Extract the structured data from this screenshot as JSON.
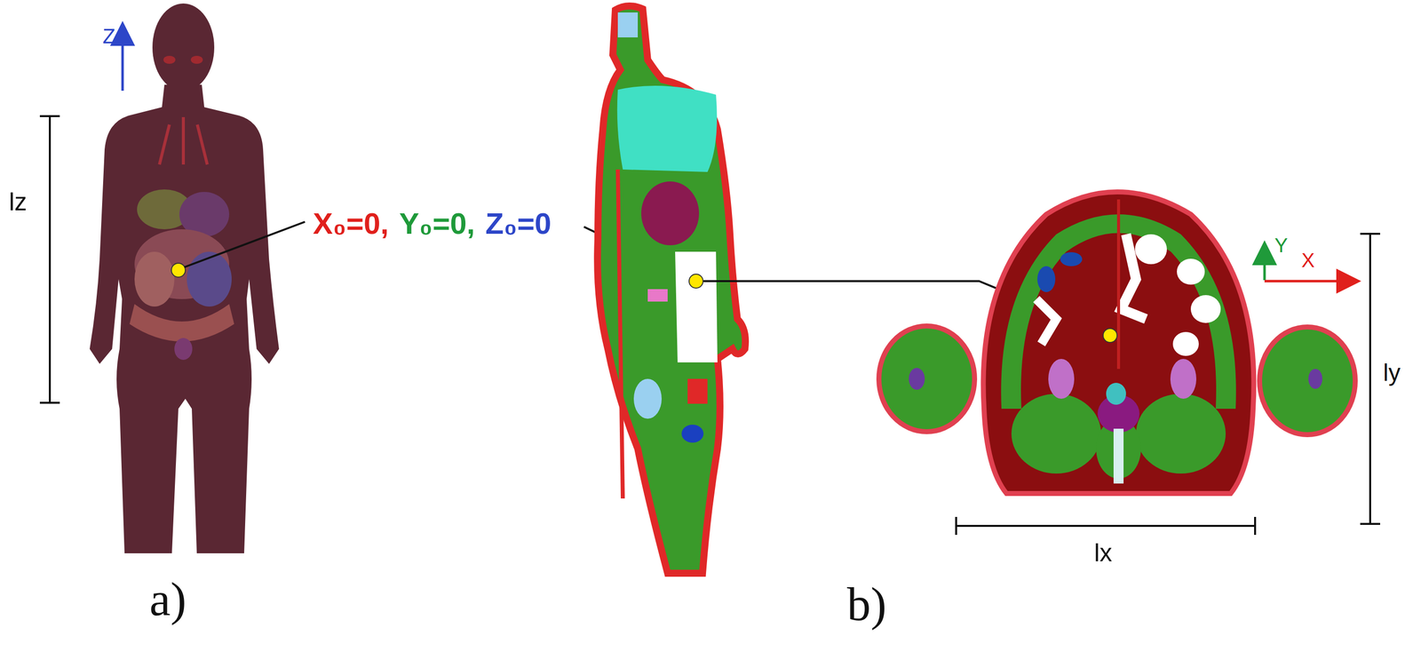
{
  "diagram": {
    "labels": [
      "Z",
      "lz",
      "X₀=0,",
      "Y₀=0,",
      "Z₀=0",
      "a)",
      "b)",
      "Y",
      "X",
      "ly",
      "lx"
    ]
  }
}
